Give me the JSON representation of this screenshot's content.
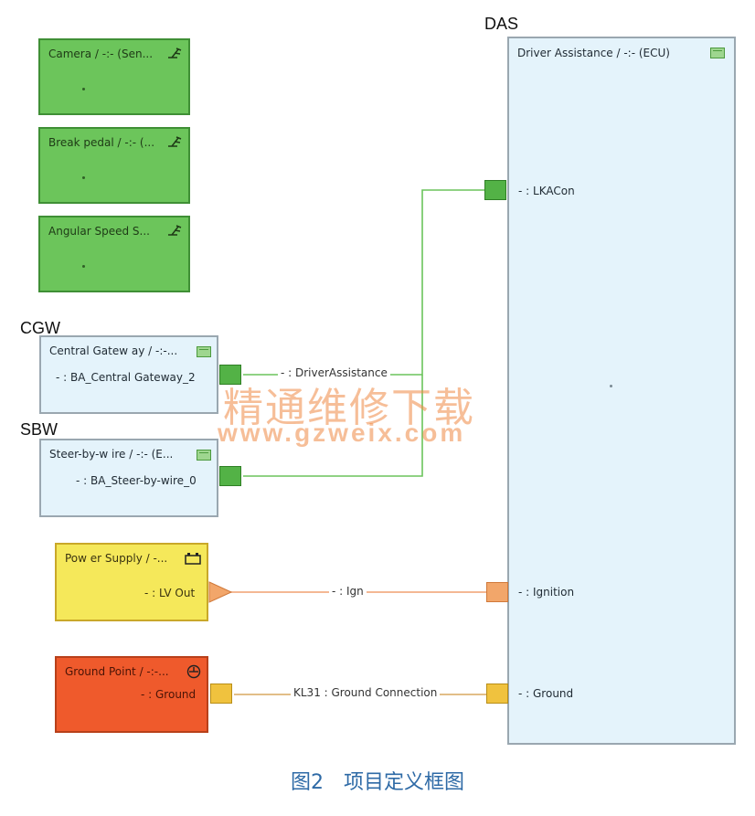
{
  "groups": {
    "das": "DAS",
    "cgw": "CGW",
    "sbw": "SBW"
  },
  "sensors": [
    {
      "title": "Camera / -:- (Sen..."
    },
    {
      "title": "Break pedal / -:- (..."
    },
    {
      "title": "Angular Speed S..."
    }
  ],
  "cgw_box": {
    "title": "Central Gatew ay / -:-...",
    "port": "- : BA_Central Gateway_2"
  },
  "sbw_box": {
    "title": "Steer-by-w ire / -:- (E...",
    "port": "- : BA_Steer-by-wire_0"
  },
  "power_supply": {
    "title": "Pow er Supply / -...",
    "port": "- : LV Out"
  },
  "ground_point": {
    "title": "Ground Point / -:-...",
    "port": "- : Ground"
  },
  "das_box": {
    "title": "Driver Assistance / -:- (ECU)",
    "ports": {
      "lka": "- : LKACon",
      "ignition": "- : Ignition",
      "ground": "- : Ground"
    }
  },
  "connections": {
    "driver_assistance": "- : DriverAssistance",
    "ign": "- : Ign",
    "ground_connection": "KL31 : Ground Connection"
  },
  "watermark": {
    "cn": "精通维修下载",
    "url": "www.gzweix.com"
  },
  "caption": "图2　项目定义框图",
  "colors": {
    "sensor_green": "#6cc55b",
    "ecu_blue": "#e4f3fb",
    "power_yellow": "#f5e85a",
    "ground_red": "#ef5a2c",
    "link_green": "#6bc45c",
    "link_orange": "#f0a070",
    "link_tan": "#d8a860",
    "caption_blue": "#2e6aa6"
  }
}
